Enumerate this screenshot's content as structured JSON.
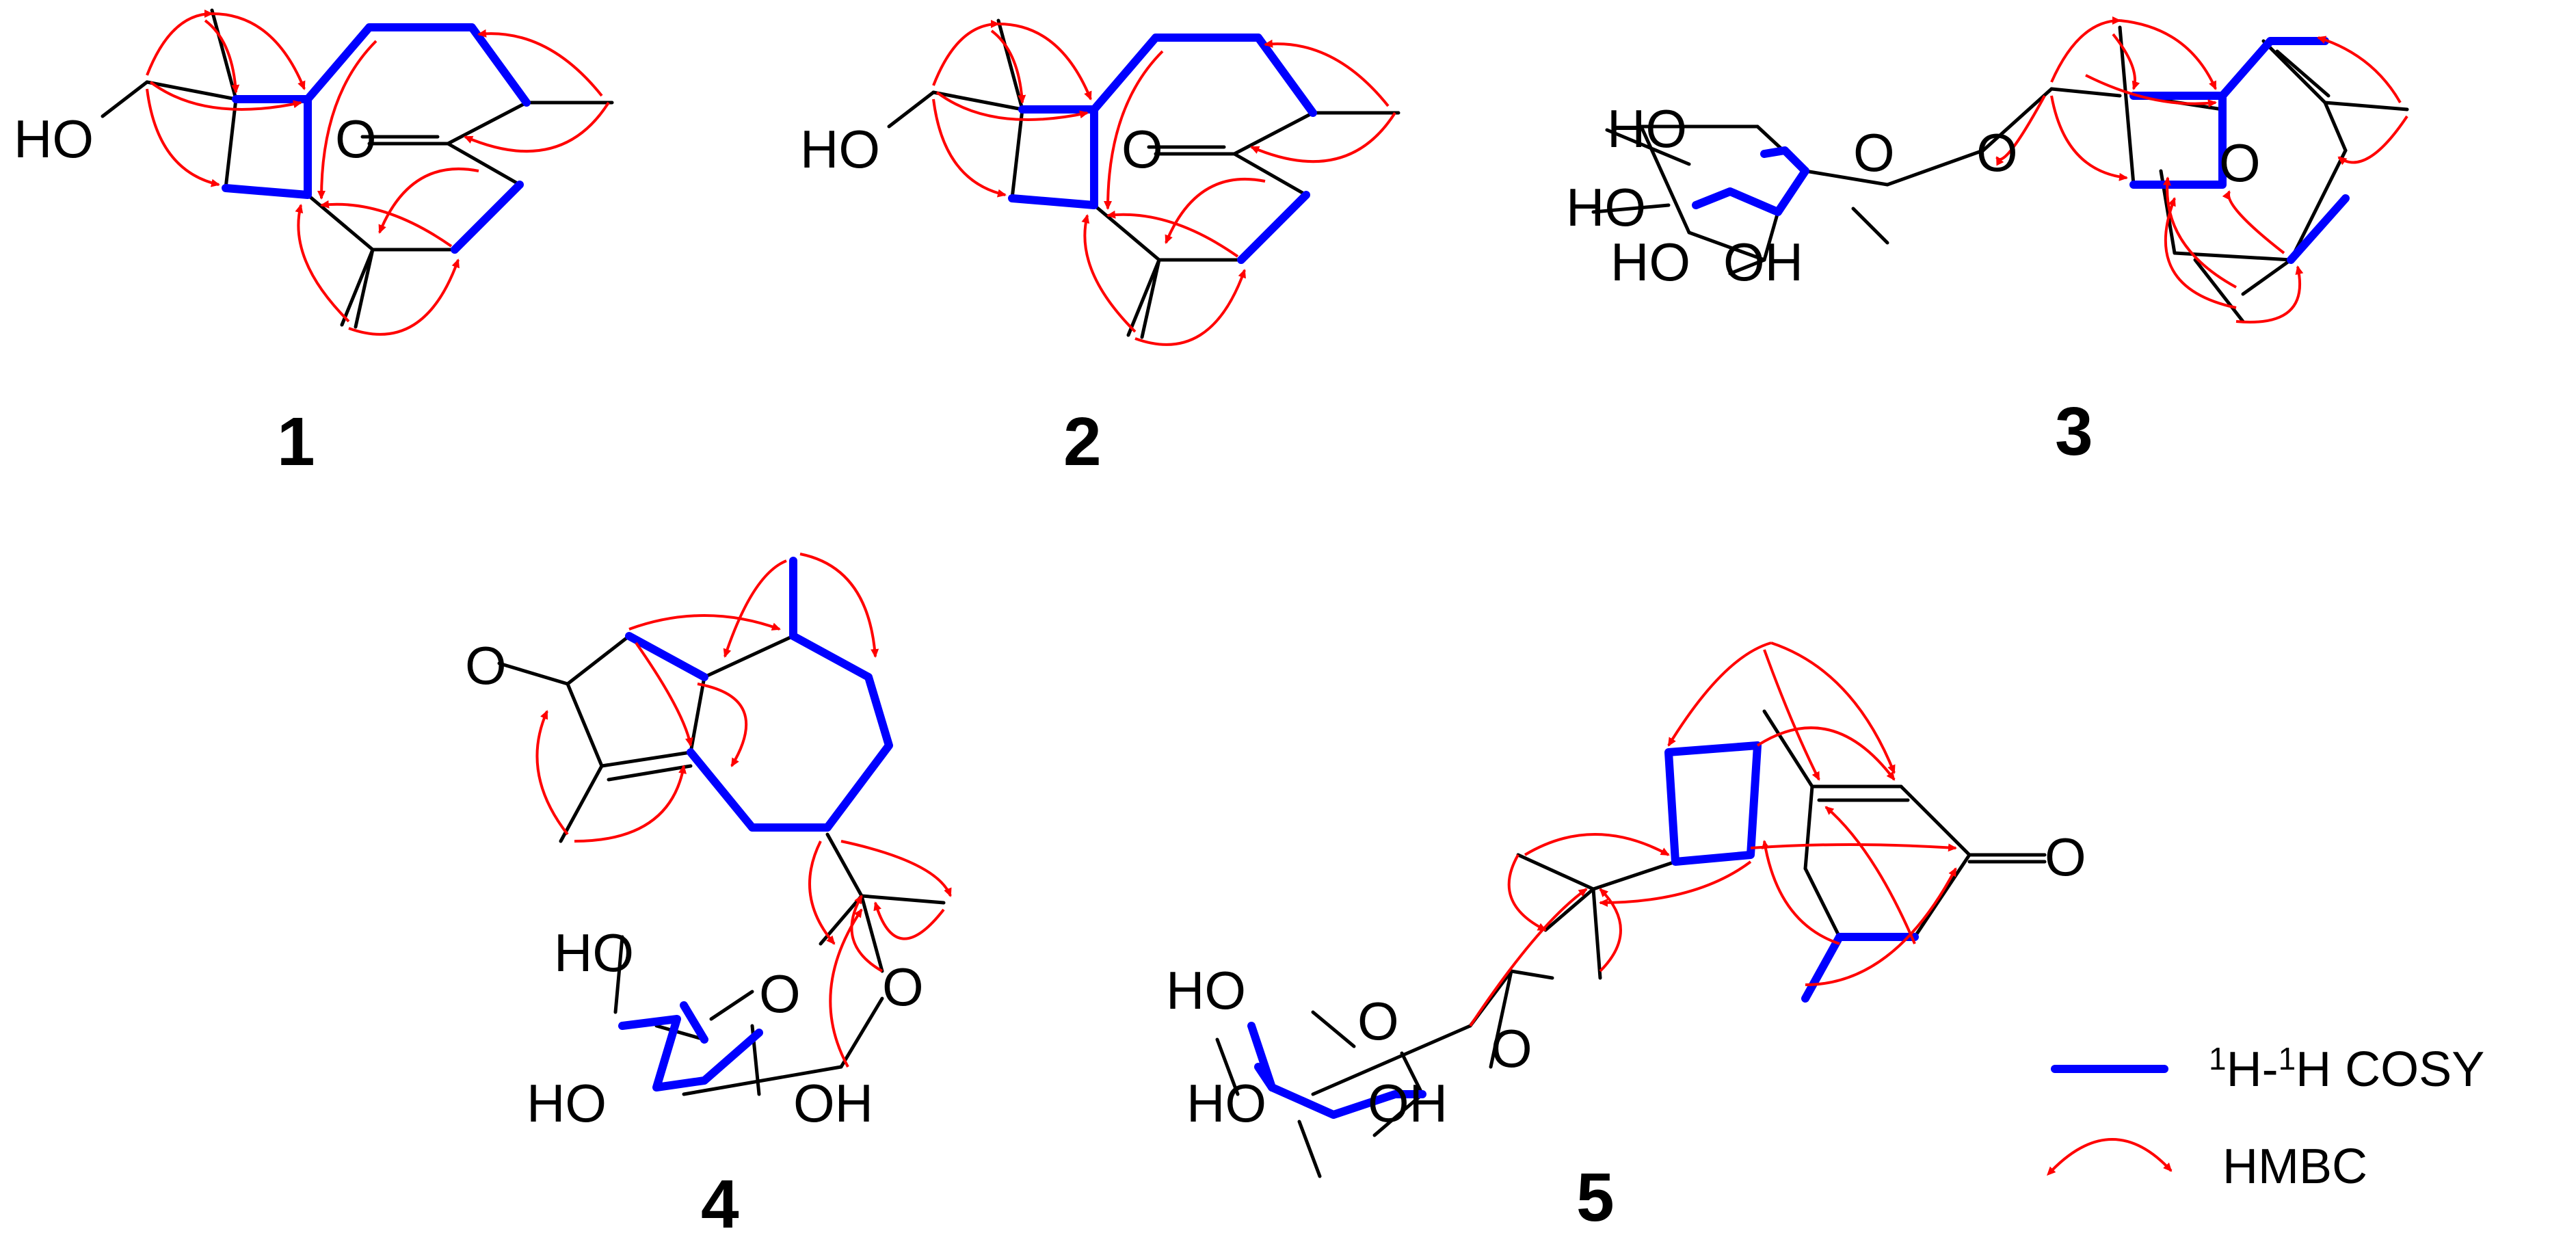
{
  "compounds": [
    {
      "id": "c1",
      "label": "1"
    },
    {
      "id": "c2",
      "label": "2"
    },
    {
      "id": "c3",
      "label": "3"
    },
    {
      "id": "c4",
      "label": "4"
    },
    {
      "id": "c5",
      "label": "5"
    }
  ],
  "atoms": {
    "ho": "HO",
    "oh": "OH",
    "o": "O"
  },
  "legend": {
    "cosy_prefix_sup": "1",
    "cosy_mid": "H-",
    "cosy_sup2": "1",
    "cosy_suffix": "H COSY",
    "hmbc": "HMBC"
  },
  "colors": {
    "cosy": "#0000ff",
    "hmbc": "#ff0000",
    "bond": "#000000"
  }
}
